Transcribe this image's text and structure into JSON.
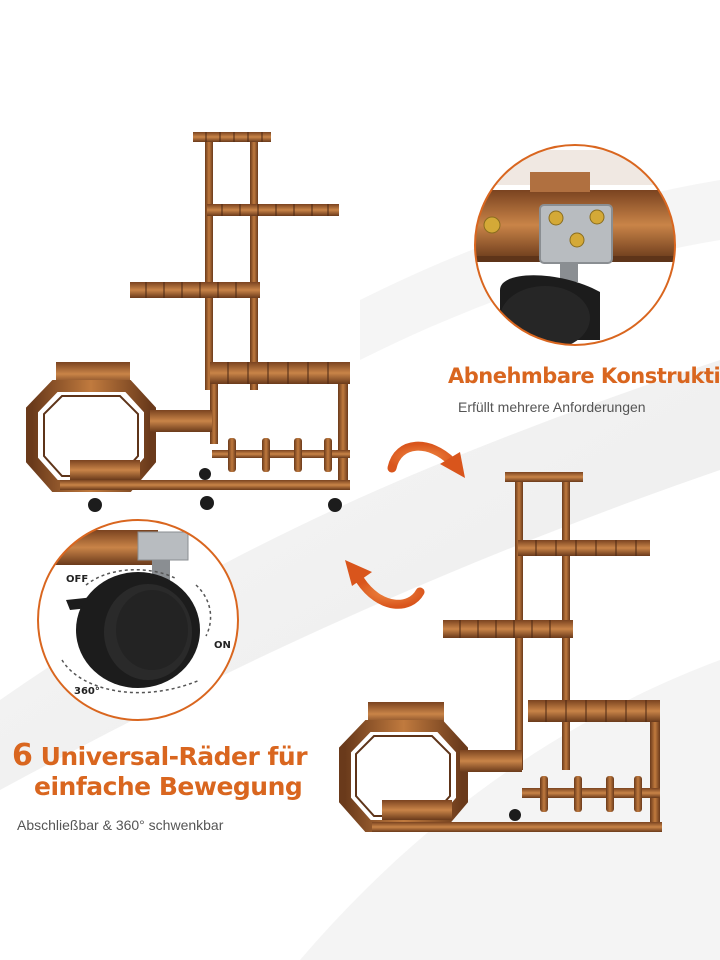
{
  "feature_detachable": {
    "title": "Abnehmbare Konstruktion",
    "subtitle": "Erfüllt mehrere Anforderungen"
  },
  "feature_wheels": {
    "count": "6",
    "title_line1_rest": " Universal-Räder für",
    "title_line2": "einfache Bewegung",
    "subtitle": "Abschließbar & 360° schwenkbar"
  },
  "wheel_callout": {
    "label_off": "OFF",
    "label_on": "ON",
    "label_rotation": "360°"
  },
  "colors": {
    "accent": "#d9661f",
    "wood_dark": "#5e3419",
    "wood_mid": "#9a5a2b",
    "wood_light": "#c07a3e",
    "bracket": "#b8bcc0",
    "caster": "#1c1c1c"
  }
}
